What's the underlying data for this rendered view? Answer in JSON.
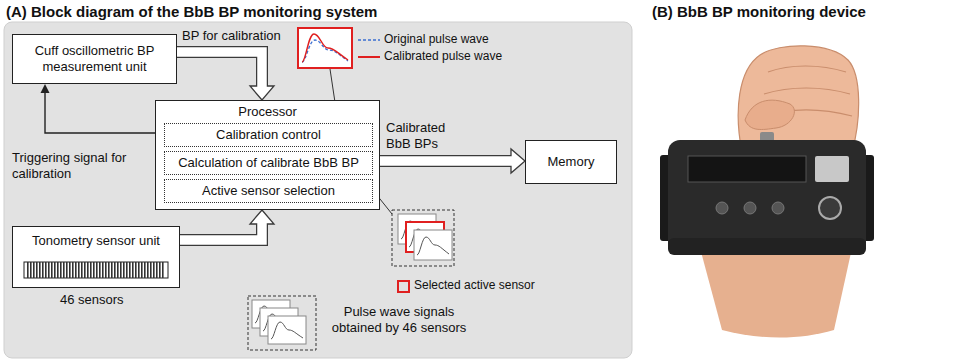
{
  "diagram": {
    "title": "(A) Block diagram of the BbB BP monitoring system",
    "nodes": [
      {
        "text": [
          "Cuff oscillometric BP measurement unit"
        ]
      },
      {
        "text": [
          "Processor"
        ]
      },
      {
        "text": [
          "Calibration control"
        ],
        "in": 1
      },
      {
        "text": [
          "Calculation of calibrate BbB BP"
        ],
        "in": 1
      },
      {
        "text": [
          "Active sensor selection"
        ],
        "in": 1
      },
      {
        "text": [
          "Memory"
        ]
      },
      {
        "text": [
          "Tonometry sensor unit"
        ]
      }
    ],
    "edges": [
      {
        "from": 0,
        "to": 1,
        "arrow": "to",
        "label": "BP for calibration"
      },
      {
        "from": 1,
        "to": 0,
        "arrow": "to",
        "label": "Triggering signal for calibration"
      },
      {
        "from": 6,
        "to": 1,
        "arrow": "to"
      },
      {
        "from": 1,
        "to": 5,
        "arrow": "to",
        "label": "Calibrated BbB BPs"
      }
    ],
    "labels": [
      "(B) BbB BP monitoring device",
      "46 sensors",
      "Pulse wave signals obtained by 46 sensors"
    ],
    "legend": [
      {
        "text": "Original pulse wave"
      },
      {
        "text": "Calibrated pulse wave"
      },
      {
        "text": "Selected active sensor"
      }
    ]
  }
}
